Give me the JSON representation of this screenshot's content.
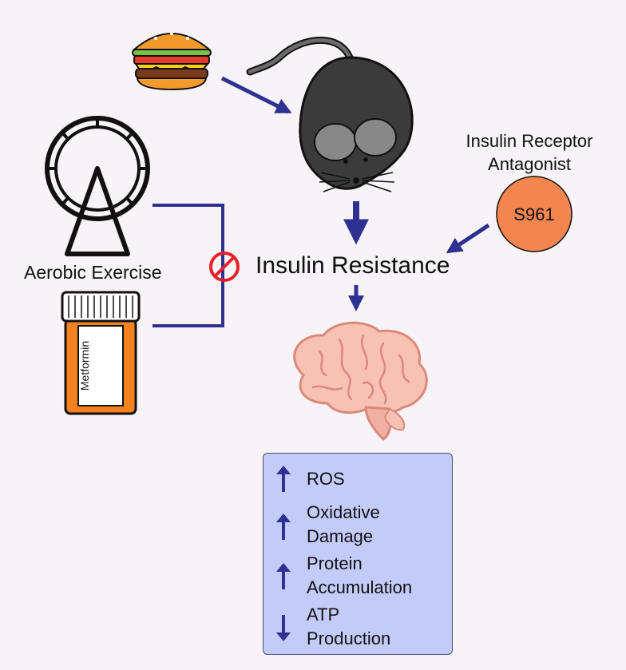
{
  "diagram": {
    "antagonist_label": "Insulin Receptor Antagonist",
    "antagonist_name": "S961",
    "central_condition": "Insulin Resistance",
    "exercise_label": "Aerobic Exercise",
    "pill_bottle_label": "Metformin",
    "effects": [
      {
        "direction": "up",
        "line1": "ROS",
        "line2": ""
      },
      {
        "direction": "up",
        "line1": "Oxidative",
        "line2": "Damage"
      },
      {
        "direction": "up",
        "line1": "Protein",
        "line2": "Accumulation"
      },
      {
        "direction": "down",
        "line1": "ATP",
        "line2": "Production"
      }
    ],
    "colors": {
      "arrow": "#2e3192",
      "antagonist_fill": "#f4854f",
      "effects_box": "#c3cbf8",
      "inhibition": "#e8202a",
      "background": "#f7f3f6"
    },
    "icons": [
      "burger-icon",
      "mouse-icon",
      "exercise-wheel-icon",
      "pill-bottle-icon",
      "brain-icon",
      "inhibit-icon"
    ]
  }
}
